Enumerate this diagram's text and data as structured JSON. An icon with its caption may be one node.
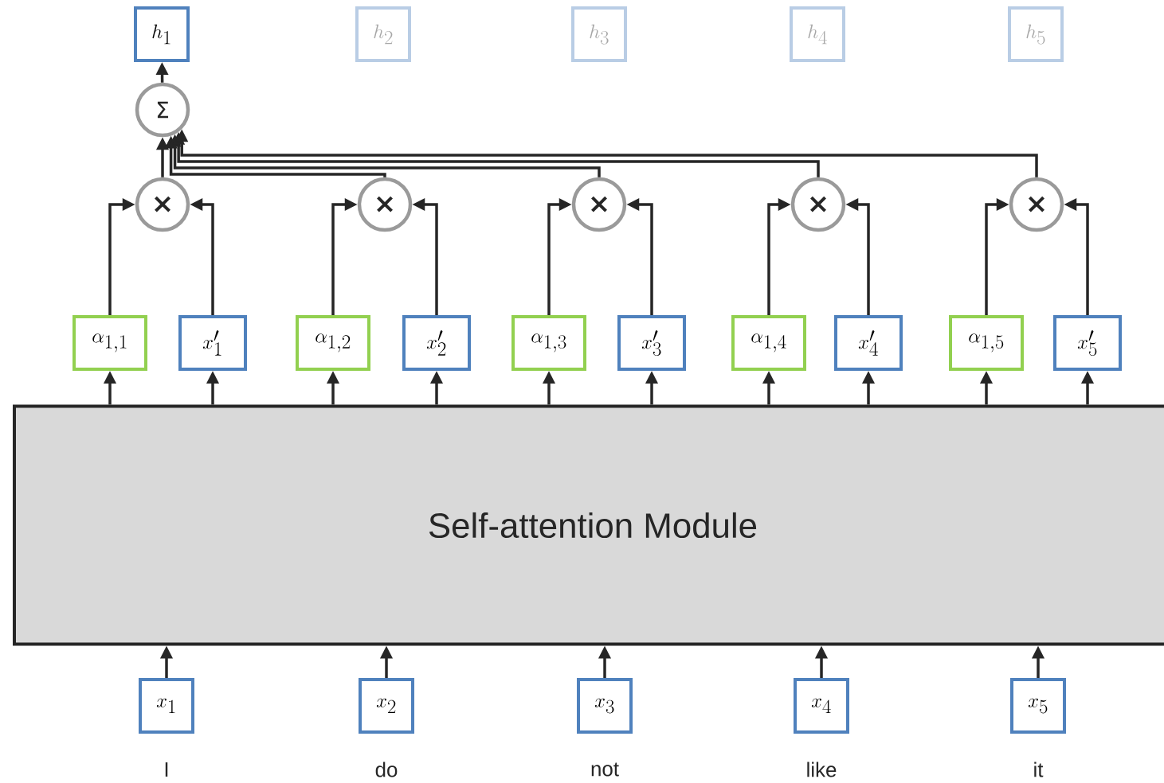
{
  "diagram": {
    "nodes": [
      {
        "text": [
          "h_1"
        ]
      },
      {
        "text": [
          "h_2"
        ]
      },
      {
        "text": [
          "h_3"
        ]
      },
      {
        "text": [
          "h_4"
        ]
      },
      {
        "text": [
          "h_5"
        ]
      },
      {
        "text": [
          "Σ"
        ]
      },
      {
        "text": [
          "×"
        ]
      },
      {
        "text": [
          "×"
        ]
      },
      {
        "text": [
          "×"
        ]
      },
      {
        "text": [
          "×"
        ]
      },
      {
        "text": [
          "×"
        ]
      },
      {
        "text": [
          "\\alpha_{1,1}"
        ]
      },
      {
        "text": [
          "x'_{1}"
        ]
      },
      {
        "text": [
          "\\alpha_{1,2}"
        ]
      },
      {
        "text": [
          "x'_{2}"
        ]
      },
      {
        "text": [
          "\\alpha_{1,3}"
        ]
      },
      {
        "text": [
          "x'_{3}"
        ]
      },
      {
        "text": [
          "\\alpha_{1,4}"
        ]
      },
      {
        "text": [
          "x'_{4}"
        ]
      },
      {
        "text": [
          "\\alpha_{1,5}"
        ]
      },
      {
        "text": [
          "x'_{5}"
        ]
      },
      {
        "text": [
          "Self-attention Module"
        ]
      },
      {
        "text": [
          "x_1"
        ],
        "beside": [
          "I"
        ]
      },
      {
        "text": [
          "x_2"
        ],
        "beside": [
          "do"
        ]
      },
      {
        "text": [
          "x_3"
        ],
        "beside": [
          "not"
        ]
      },
      {
        "text": [
          "x_4"
        ],
        "beside": [
          "like"
        ]
      },
      {
        "text": [
          "x_5"
        ],
        "beside": [
          "it"
        ]
      }
    ],
    "edges": [
      {
        "from": 22,
        "to": 21,
        "arrow": "to"
      },
      {
        "from": 23,
        "to": 21,
        "arrow": "to"
      },
      {
        "from": 24,
        "to": 21,
        "arrow": "to"
      },
      {
        "from": 25,
        "to": 21,
        "arrow": "to"
      },
      {
        "from": 26,
        "to": 21,
        "arrow": "to"
      },
      {
        "from": 21,
        "to": 11,
        "arrow": "to"
      },
      {
        "from": 21,
        "to": 12,
        "arrow": "to"
      },
      {
        "from": 21,
        "to": 13,
        "arrow": "to"
      },
      {
        "from": 21,
        "to": 14,
        "arrow": "to"
      },
      {
        "from": 21,
        "to": 15,
        "arrow": "to"
      },
      {
        "from": 21,
        "to": 16,
        "arrow": "to"
      },
      {
        "from": 21,
        "to": 17,
        "arrow": "to"
      },
      {
        "from": 21,
        "to": 18,
        "arrow": "to"
      },
      {
        "from": 21,
        "to": 19,
        "arrow": "to"
      },
      {
        "from": 21,
        "to": 20,
        "arrow": "to"
      },
      {
        "from": 11,
        "to": 6,
        "arrow": "to"
      },
      {
        "from": 12,
        "to": 6,
        "arrow": "to"
      },
      {
        "from": 13,
        "to": 7,
        "arrow": "to"
      },
      {
        "from": 14,
        "to": 7,
        "arrow": "to"
      },
      {
        "from": 15,
        "to": 8,
        "arrow": "to"
      },
      {
        "from": 16,
        "to": 8,
        "arrow": "to"
      },
      {
        "from": 17,
        "to": 9,
        "arrow": "to"
      },
      {
        "from": 18,
        "to": 9,
        "arrow": "to"
      },
      {
        "from": 19,
        "to": 10,
        "arrow": "to"
      },
      {
        "from": 20,
        "to": 10,
        "arrow": "to"
      },
      {
        "from": 6,
        "to": 5,
        "arrow": "to"
      },
      {
        "from": 7,
        "to": 5,
        "arrow": "to"
      },
      {
        "from": 8,
        "to": 5,
        "arrow": "to"
      },
      {
        "from": 9,
        "to": 5,
        "arrow": "to"
      },
      {
        "from": 10,
        "to": 5,
        "arrow": "to"
      },
      {
        "from": 5,
        "to": 0,
        "arrow": "to"
      }
    ]
  }
}
